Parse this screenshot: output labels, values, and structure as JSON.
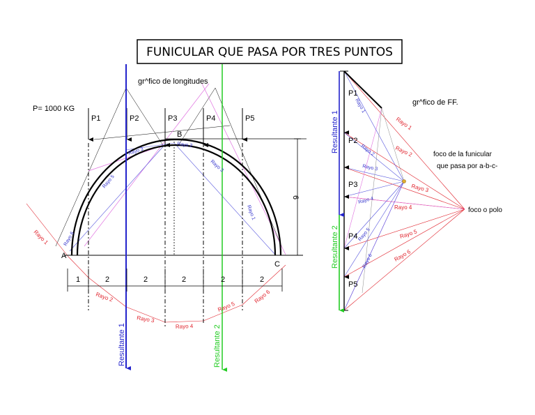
{
  "title": "FUNICULAR QUE PASA POR TRES PUNTOS",
  "left": {
    "load_text": "P= 1000 KG",
    "lengths_label": "gr^fico de longitudes",
    "forces": [
      "P1",
      "P2",
      "P3",
      "P4",
      "P5"
    ],
    "points": {
      "a": "A",
      "b": "B",
      "c": "C"
    },
    "height_dim": "6",
    "spans": [
      "1",
      "2",
      "2",
      "2",
      "2",
      "2"
    ],
    "resultant_1": "Resultante 1",
    "resultant_2": "Resultante 2",
    "red_rays": [
      "Rayo 1",
      "Rayo 2",
      "Rayo 3",
      "Rayo 4",
      "Rayo 5",
      "Rayo 6"
    ],
    "blue_rays": [
      "Rayo 6",
      "Rayo 5",
      "Rayo 3",
      "Rayo 2",
      "Rayo 3",
      "Rayo 1"
    ]
  },
  "right": {
    "forces_label": "gr^fico de FF.",
    "forces": [
      "P1",
      "P2",
      "P3",
      "P4",
      "P5"
    ],
    "resultant_1": "Resultante 1",
    "resultant_2": "Resultante 2",
    "focus_label_1": "foco de la funicular",
    "focus_label_2": "que pasa por a-b-c-",
    "pole_label": "foco o polo",
    "red_rays": [
      "Rayo 1",
      "Rayo 2",
      "Rayo 3",
      "Rayo 4",
      "Rayo 5",
      "Rayo 6"
    ],
    "blue_rays": [
      "Rayo 1",
      "Rayo 2",
      "Rayo 3",
      "Rayo 4",
      "Rayo 5",
      "Rayo 6"
    ]
  },
  "colors": {
    "red": "#e0202a",
    "blue": "#2222cc",
    "green": "#22cc22",
    "pink": "#e070e0",
    "black": "#000000"
  }
}
